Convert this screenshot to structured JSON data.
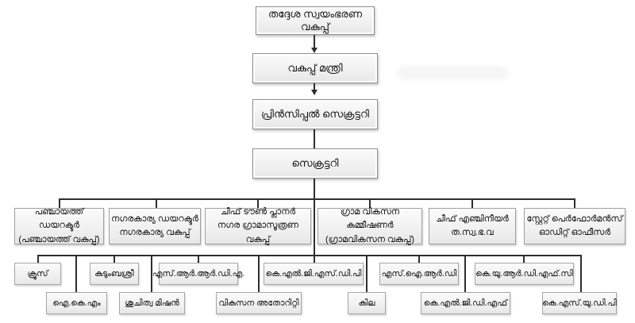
{
  "org": {
    "top_levels": [
      {
        "label": "തദ്ദേശ സ്വയംഭരണ വകുപ്പ്"
      },
      {
        "label": "വകുപ്പ് മന്ത്രി"
      },
      {
        "label": "പ്രിൻസിപ്പൽ സെക്രട്ടറി"
      },
      {
        "label": "സെക്രട്ടറി"
      }
    ],
    "directorates": [
      {
        "line1": "പഞ്ചായത്ത് ഡയറക്ടർ",
        "line2": "(പഞ്ചായത്ത് വകുപ്പ്)"
      },
      {
        "line1": "നഗരകാര്യ ഡയറക്ടർ",
        "line2": "നഗരകാര്യ വകുപ്പ്"
      },
      {
        "line1": "ചീഫ് ടൗൺ പ്ലാനർ",
        "line2": "നഗര ഗ്രാമാസൂത്രണ വകുപ്പ്"
      },
      {
        "line1": "ഗ്രാമ വികസന കമ്മീഷണർ",
        "line2": "(ഗ്രാമവികസന വകുപ്പ്)"
      },
      {
        "line1": "ചീഫ് എഞ്ചിനീയർ",
        "line2": "ത.സ്വ.ഭ.വ"
      },
      {
        "line1": "സ്റ്റേറ്റ് പെർഫോർമൻസ്",
        "line2": "ഓഡിറ്റ് ഓഫീസർ"
      }
    ],
    "agencies_row1": [
      "ക്രൂസ്",
      "കുടുംബശ്രീ",
      "എസ്.ആർ.ആർ.ഡി.എ.",
      "കെ.എൽ.ജി.എസ്.ഡി.പി",
      "എസ്.ഐ.ആർ.ഡി",
      "കെ.യു.ആർ.ഡി.എഫ്.സി"
    ],
    "agencies_row2": [
      "ഐ.കെ.എം",
      "ശുചിത്വ മിഷൻ",
      "വികസന അതോറിറ്റി",
      "കില",
      "കെ.എൽ.ജി.ഡി.എഫ്",
      "കെ.എസ്.യു.ഡി.പി"
    ],
    "colors": {
      "background": "#ffffff",
      "box_border": "#8f8f8f",
      "box_fill_light": "#fbfbfb",
      "box_fill_dark": "#e7e7e7",
      "connector": "#2e2e2e",
      "text": "#111111"
    }
  }
}
